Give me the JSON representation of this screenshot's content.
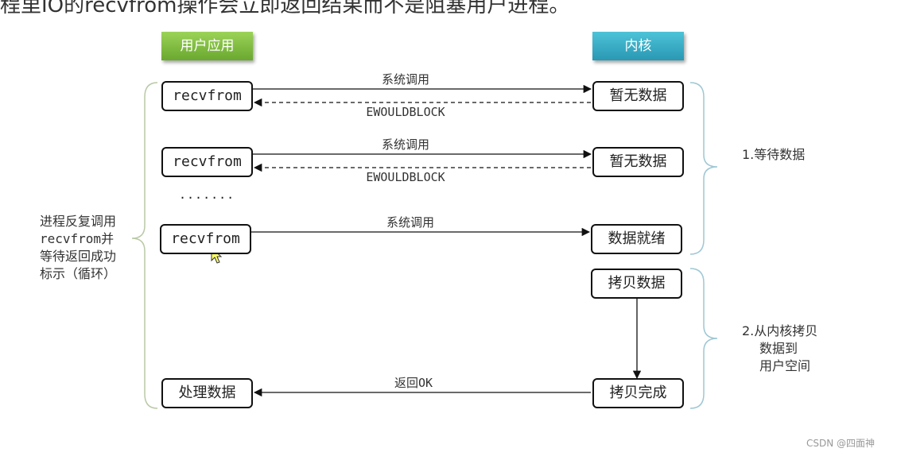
{
  "top_text": "程里IO的recvfrom操作会立即返回结果而不是阻塞用户进程。",
  "headers": {
    "user": "用户应用",
    "kernel": "内核"
  },
  "calls": [
    {
      "user_label": "recvfrom",
      "kernel_label": "暂无数据",
      "call": "系统调用",
      "reply": "EWOULDBLOCK"
    },
    {
      "user_label": "recvfrom",
      "kernel_label": "暂无数据",
      "call": "系统调用",
      "reply": "EWOULDBLOCK"
    },
    {
      "user_label": "recvfrom",
      "kernel_label": "数据就绪",
      "call": "系统调用"
    }
  ],
  "dots": ".......",
  "copy_box": "拷贝数据",
  "copy_done_box": "拷贝完成",
  "process_box": "处理数据",
  "return_label": "返回OK",
  "left_note": [
    "进程反复调用",
    "recvfrom并",
    "等待返回成功",
    "标示（循环）"
  ],
  "phase1": "1.等待数据",
  "phase2": [
    "2.从内核拷贝",
    "数据到",
    "用户空间"
  ],
  "watermark": "CSDN @四面神"
}
